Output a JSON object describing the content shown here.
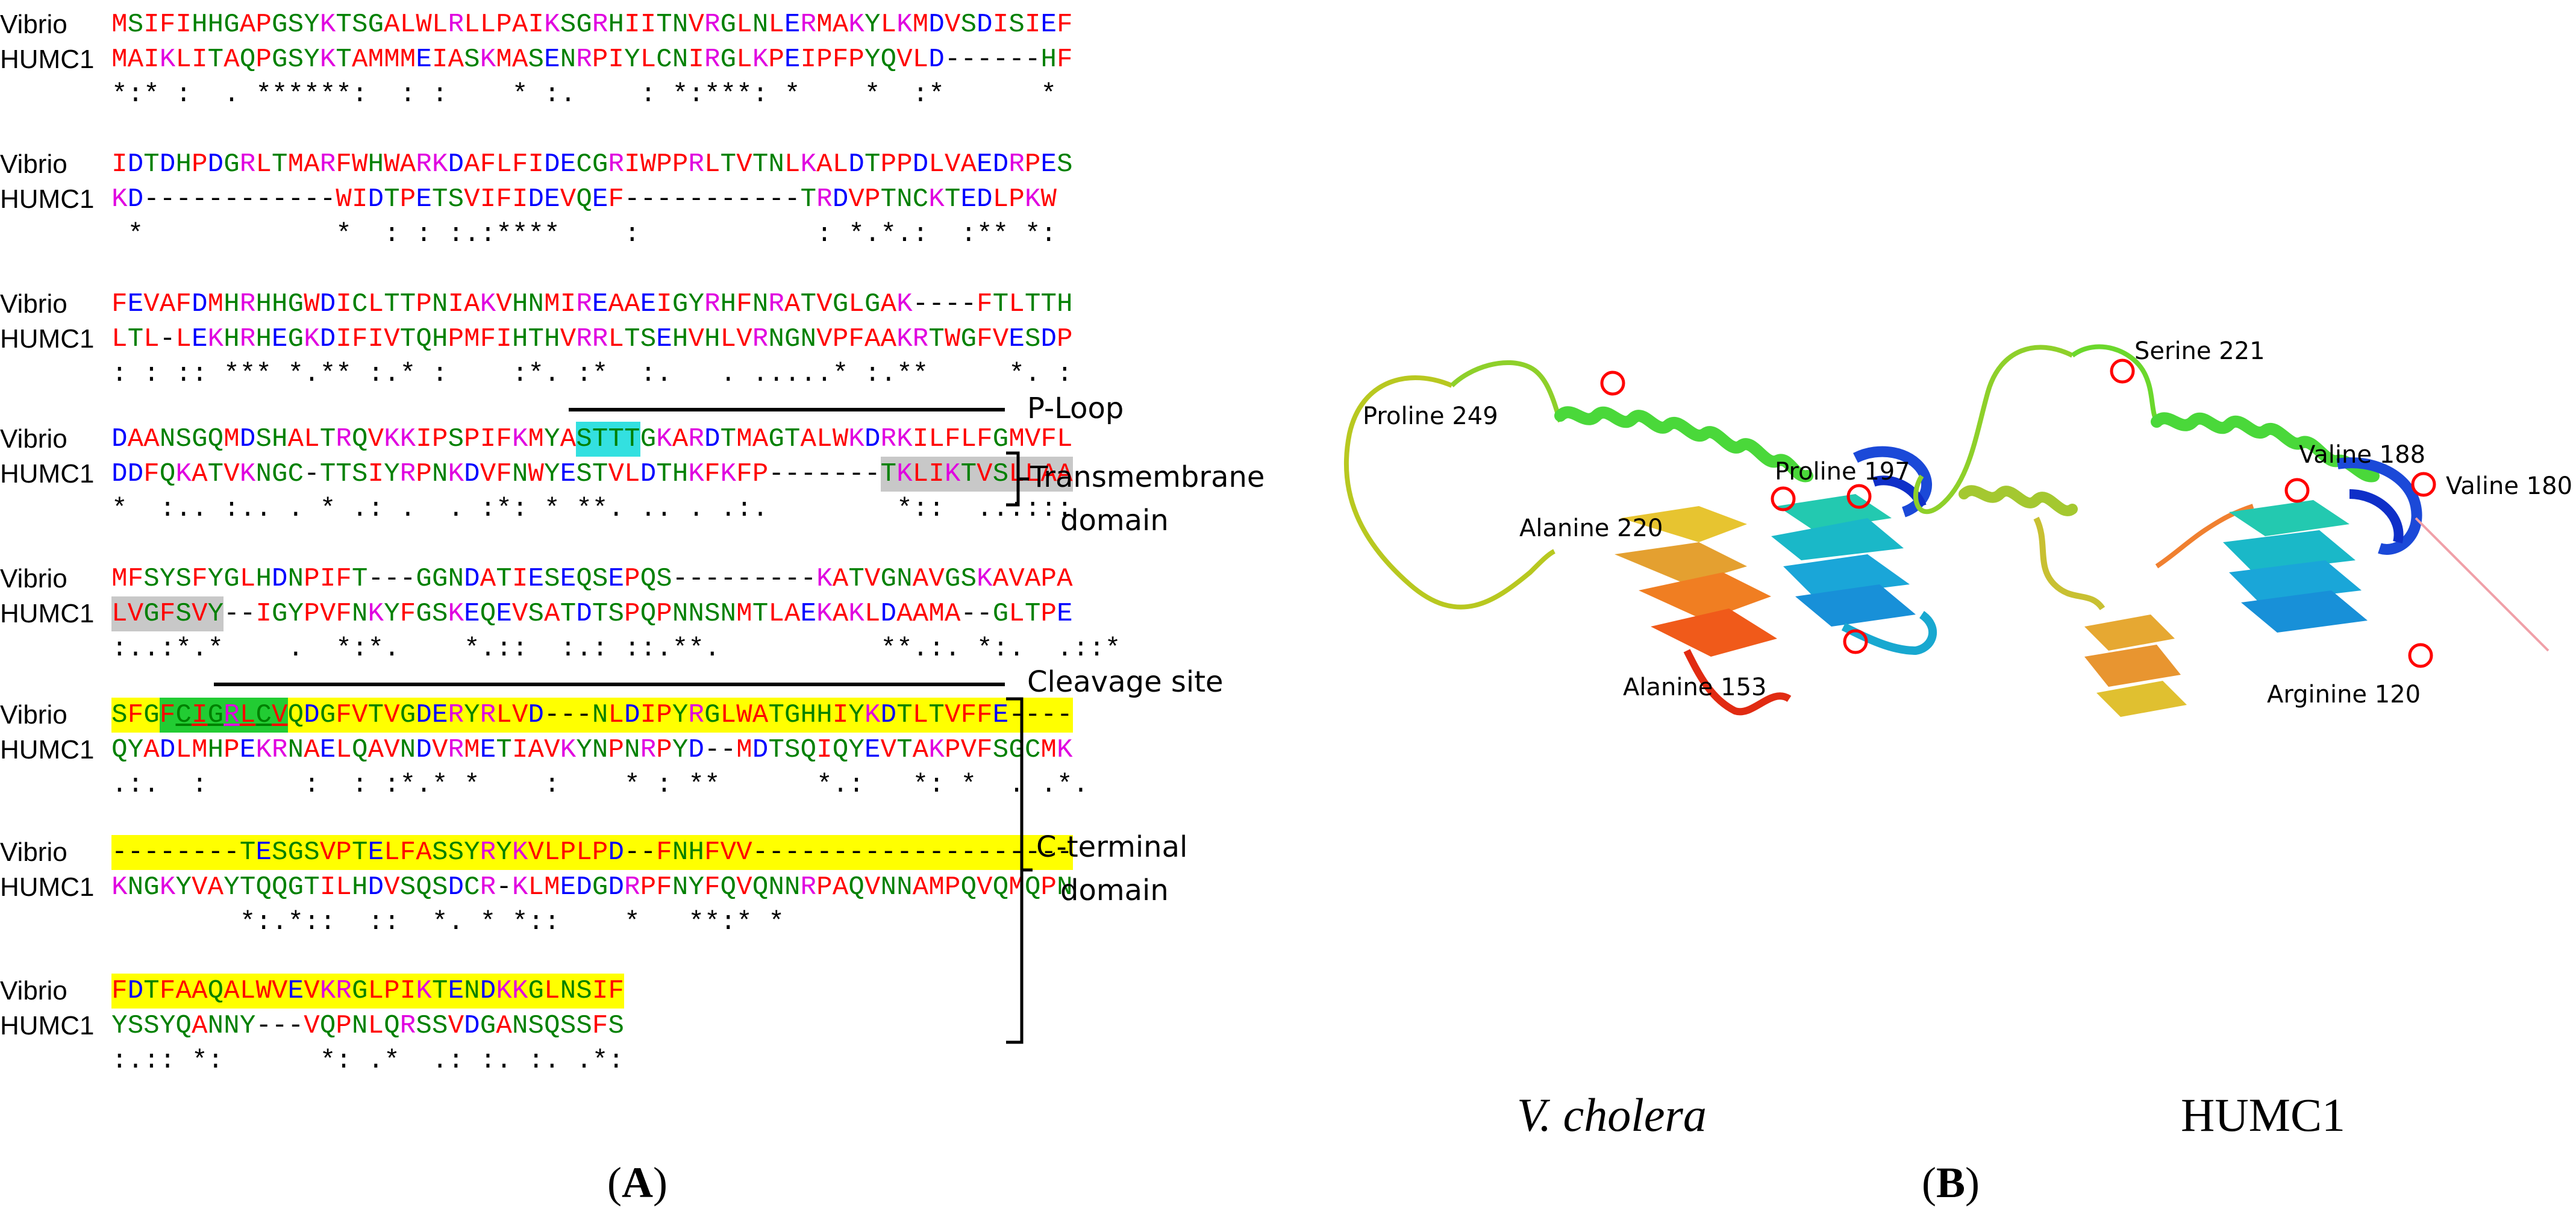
{
  "alignment": {
    "blocks": [
      {
        "vibrio_label": "Vibrio",
        "vibrio_seq": "MSIFIHHGAPGSYKTSGALWLRLLPAIKSGRHIITNVRGLNLERMAKYLKMDVSDISIEF",
        "humc1_label": "HUMC1",
        "humc1_seq": "MAIKLITAQPGSYKTAMMMEIASKMASENRPIYLCNIRGLKPEIPFPYQVLD------HF",
        "consensus": "*:* :  . ******:  : :    * :.    : *:***: *    *  :*      *"
      },
      {
        "vibrio_label": "Vibrio",
        "vibrio_seq": "IDTDHPDGRLTMARFWHWARKDAFLFIDECGRIWPPRLTVTNLKALDTPPDLVAEDRPES",
        "humc1_label": "HUMC1",
        "humc1_seq": "KD------------WIDTPETSVIFIDEVQEF-----------TRDVPTNCKTEDLPKW",
        "consensus": " *            *  : : :.:****    :           : *.*.:  :** *:"
      },
      {
        "vibrio_label": "Vibrio",
        "vibrio_seq": "FEVAFDMHRHHGWDICLTTPNIAKVHNMIREAAEIGYRHFNRATVGLGAK----FTLTTH",
        "humc1_label": "HUMC1",
        "humc1_seq": "LTL-LEKHRHEGKDIFIVTQHPMFIHTHVRRLTSEHVHLVRNGNVPFAAKRTWGFVESDP",
        "consensus": ": : :: *** *.** :.* :    :*. :*  :.   . .....* :.**     *. :"
      },
      {
        "vibrio_label": "Vibrio",
        "vibrio_seq": "DAANSGQMDSHALTRQVKKIPSPIFKMYASTTTGKARDTMAGTALWKDRKILFLFGMVFL",
        "humc1_label": "HUMC1",
        "humc1_seq": "DDFQKATVKNGC-TTSIYRPNKDVFNWYESTVLDTHKFKFP-------TKLIKTVSLLAA",
        "consensus": "*  :.. :.. . * .: .  . :*: * **. .. . .:.        *::  ..::::"
      },
      {
        "vibrio_label": "Vibrio",
        "vibrio_seq": "MFSYSFYGLHDNPIFT---GGNDATIESEQSEPQS---------KATVGNAVGSKAVAPA",
        "humc1_label": "HUMC1",
        "humc1_seq": "LVGFSVY--IGYPVFNKYFGSKEQEVSATDTSPQPNNSNMTLAEKAKLDAAMA--GLTPE",
        "consensus": ":..:*.*    .  *:*.    *.::  :.: ::.**.          **.:. *:.  .::*"
      },
      {
        "vibrio_label": "Vibrio",
        "vibrio_seq": "SFGFCIGRLCVQDGFVTVGDERYRLVD---NLDIPYRGLWATGHHIYKDTLTVFFE----",
        "humc1_label": "HUMC1",
        "humc1_seq": "QYADLMHPEKRNAELQAVNDVRMETIAVKYNPNRPYD--MDTSQIQYEVTAKPVFSGCMK",
        "consensus": ".:.  :      :  : :*.* *    :    * : **      *.:   *: *  . .*."
      },
      {
        "vibrio_label": "Vibrio",
        "vibrio_seq": "--------TESGSVPTELFASSYRYKVLPLPD--FNHFVV--------------------",
        "humc1_label": "HUMC1",
        "humc1_seq": "KNGKYVAYTQQGTILHDVSQSDCR-KLMEDGDRPFNYFQVQNNRPAQVNNAMPQVQMQPN",
        "consensus": "        *:.*::  ::  *. * *::    *   **:* *"
      },
      {
        "vibrio_label": "Vibrio",
        "vibrio_seq": "FDTFAAQALWVEVKRGLPIKTENDKKGLNSIF",
        "humc1_label": "HUMC1",
        "humc1_seq": "YSSYQANNY---VQPNLQRSSVDGANSQSSFS",
        "consensus": ":.:: *:      *: .*  .: :. :. .*:"
      }
    ],
    "annotations": {
      "p_loop": "P-Loop",
      "transmembrane_1": "Transmembrane",
      "transmembrane_2": "domain",
      "cleavage_site": "Cleavage site",
      "c_terminal_1": "C-terminal",
      "c_terminal_2": "domain"
    }
  },
  "structures": {
    "vibrio_residues": {
      "proline_249": "Proline 249",
      "proline_197": "Proline 197",
      "alanine_220": "Alanine 220",
      "alanine_153": "Alanine 153"
    },
    "humc1_residues": {
      "serine_221": "Serine 221",
      "valine_188": "Valine 188",
      "valine_180": "Valine 180",
      "arginine_120": "Arginine 120"
    },
    "vibrio_caption": "V. cholera",
    "humc1_caption": "HUMC1"
  },
  "panels": {
    "a_open": "(",
    "a_letter": "A",
    "a_close": ")",
    "b_open": "(",
    "b_letter": "B",
    "b_close": ")"
  },
  "colors": {
    "hydrophobic": "#ff0000",
    "acidic": "#0000ff",
    "basic": "#e000e0",
    "polar": "#008000",
    "highlight_yellow": "#ffff00",
    "highlight_cyan": "#33e0e0",
    "highlight_gray": "#c8c8c8",
    "highlight_green": "#22cc33",
    "marker_circle": "#ff0000"
  }
}
